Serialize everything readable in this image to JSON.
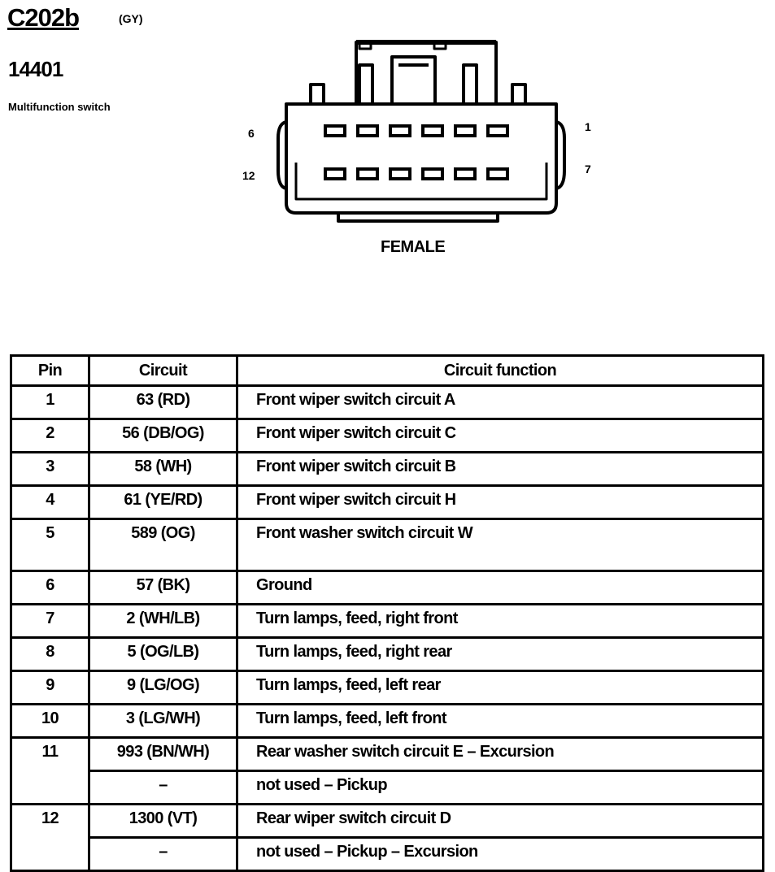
{
  "connector": {
    "id": "C202b",
    "color_code": "(GY)",
    "part_number": "14401",
    "part_name": "Multifunction switch",
    "gender": "FEMALE",
    "pin_labels": {
      "top_left": "6",
      "top_right": "1",
      "bottom_left": "12",
      "bottom_right": "7"
    }
  },
  "table": {
    "headers": {
      "pin": "Pin",
      "circuit": "Circuit",
      "function": "Circuit function"
    },
    "rows": [
      {
        "pin": "1",
        "circuit": "63 (RD)",
        "function": "Front wiper switch circuit A"
      },
      {
        "pin": "2",
        "circuit": "56 (DB/OG)",
        "function": "Front wiper switch circuit C"
      },
      {
        "pin": "3",
        "circuit": "58 (WH)",
        "function": "Front wiper switch circuit B"
      },
      {
        "pin": "4",
        "circuit": "61 (YE/RD)",
        "function": "Front wiper switch circuit H"
      },
      {
        "pin": "5",
        "circuit": "589 (OG)",
        "function": "Front washer switch circuit W"
      },
      {
        "pin": "6",
        "circuit": "57 (BK)",
        "function": "Ground"
      },
      {
        "pin": "7",
        "circuit": "2 (WH/LB)",
        "function": "Turn lamps, feed, right front"
      },
      {
        "pin": "8",
        "circuit": "5 (OG/LB)",
        "function": "Turn lamps, feed, right rear"
      },
      {
        "pin": "9",
        "circuit": "9 (LG/OG)",
        "function": "Turn lamps, feed, left rear"
      },
      {
        "pin": "10",
        "circuit": "3 (LG/WH)",
        "function": "Turn lamps, feed, left front"
      },
      {
        "pin": "11",
        "circuit": "993 (BN/WH)",
        "function": "Rear washer switch circuit E – Excursion"
      },
      {
        "pin": "",
        "circuit": "–",
        "function": "not used – Pickup"
      },
      {
        "pin": "12",
        "circuit": "1300 (VT)",
        "function": "Rear wiper switch circuit D"
      },
      {
        "pin": "",
        "circuit": "–",
        "function": "not used – Pickup – Excursion"
      }
    ]
  }
}
